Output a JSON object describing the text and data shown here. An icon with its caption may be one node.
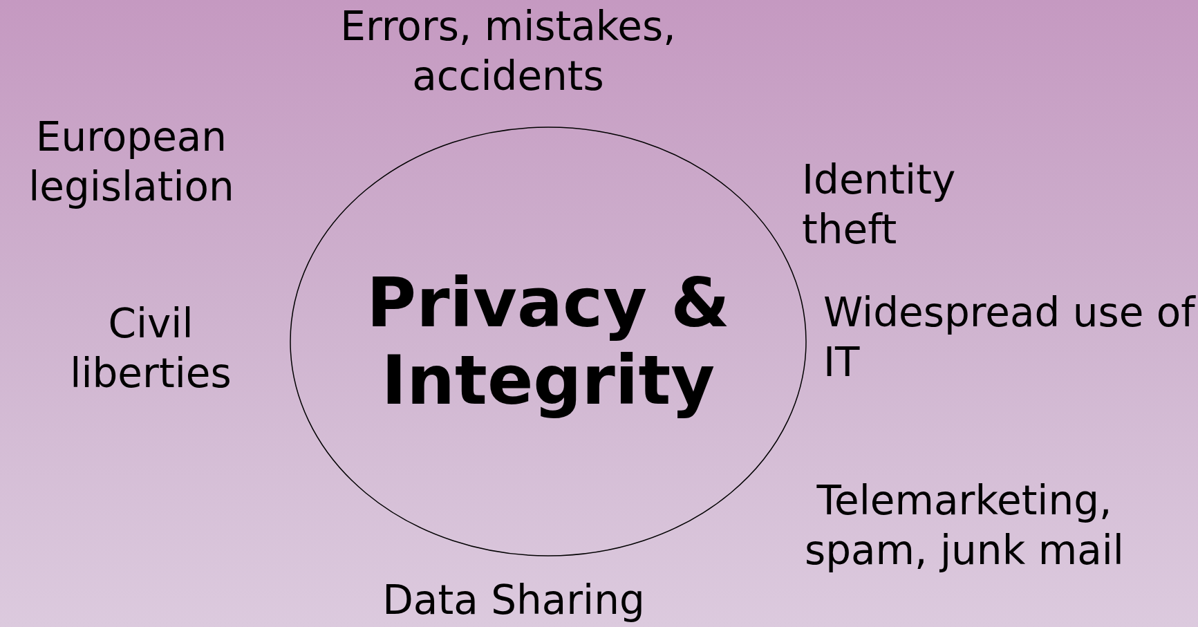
{
  "diagram": {
    "nodes": [
      {
        "text": [
          "Privacy & Integrity"
        ]
      }
    ],
    "labels": [
      "Errors, mistakes, accidents",
      "European legislation",
      "Identity theft",
      "Civil liberties",
      "Widespread use of IT",
      "Telemarketing, spam, junk mail",
      "Data Sharing"
    ]
  }
}
